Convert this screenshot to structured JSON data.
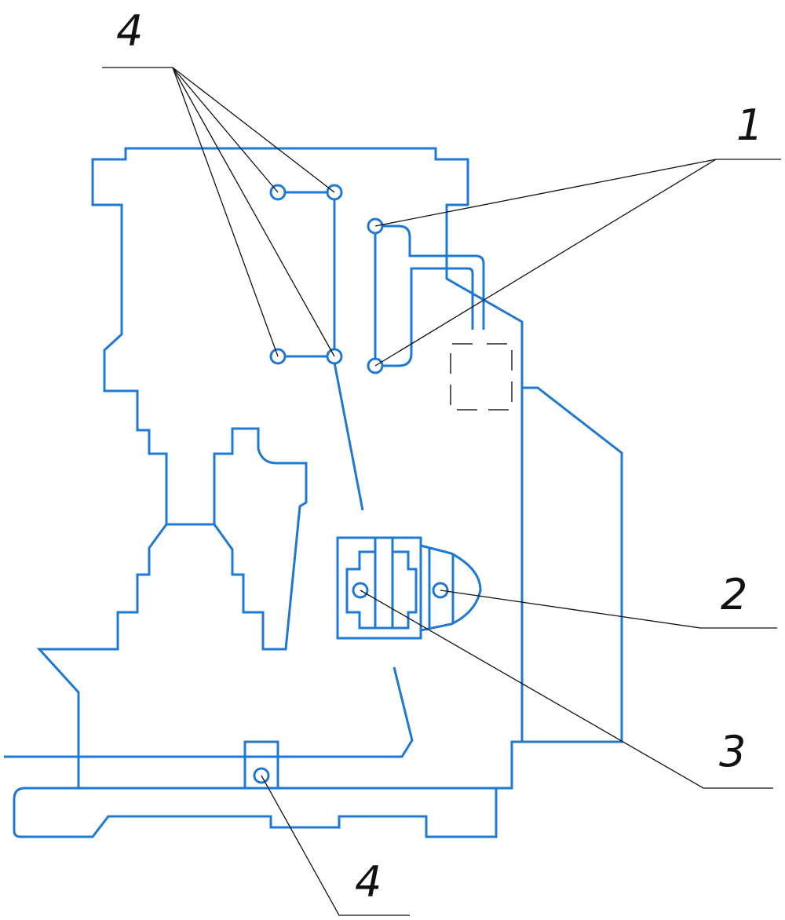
{
  "colors": {
    "part_outline": "#1f78d1",
    "leader_line": "#111111",
    "hidden_line": "#222222",
    "background": "#ffffff"
  },
  "callouts": {
    "top_left": "4",
    "top_right": "1",
    "right_middle": "2",
    "right_lower": "3",
    "bottom": "4"
  }
}
